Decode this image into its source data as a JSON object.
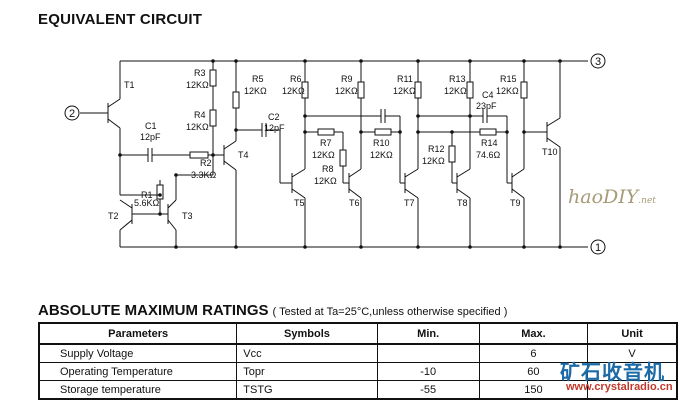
{
  "equivalent_circuit": {
    "title": "EQUIVALENT CIRCUIT",
    "terminals": [
      "1",
      "2",
      "3"
    ],
    "transistors": [
      "T1",
      "T2",
      "T3",
      "T4",
      "T5",
      "T6",
      "T7",
      "T8",
      "T9",
      "T10"
    ],
    "components": {
      "R1": {
        "name": "R1",
        "value": "5.6KΩ"
      },
      "R2": {
        "name": "R2",
        "value": "3.3KΩ"
      },
      "R3": {
        "name": "R3",
        "value": "12KΩ"
      },
      "R4": {
        "name": "R4",
        "value": "12KΩ"
      },
      "R5": {
        "name": "R5",
        "value": "12KΩ"
      },
      "R6": {
        "name": "R6",
        "value": "12KΩ"
      },
      "R7": {
        "name": "R7",
        "value": "12KΩ"
      },
      "R8": {
        "name": "R8",
        "value": "12KΩ"
      },
      "R9": {
        "name": "R9",
        "value": "12KΩ"
      },
      "R10": {
        "name": "R10",
        "value": "12KΩ"
      },
      "R11": {
        "name": "R11",
        "value": "12KΩ"
      },
      "R12": {
        "name": "R12",
        "value": "12KΩ"
      },
      "R13": {
        "name": "R13",
        "value": "12KΩ"
      },
      "R14": {
        "name": "R14",
        "value": "74.6Ω"
      },
      "R15": {
        "name": "R15",
        "value": "12KΩ"
      },
      "C1": {
        "name": "C1",
        "value": "12pF"
      },
      "C2": {
        "name": "C2",
        "value": "12pF"
      },
      "C4": {
        "name": "C4",
        "value": "23pF"
      }
    }
  },
  "ratings": {
    "title": "ABSOLUTE MAXIMUM RATINGS",
    "note": "( Tested at Ta=25°C,unless otherwise specified )",
    "headers": [
      "Parameters",
      "Symbols",
      "Min.",
      "Max.",
      "Unit"
    ],
    "rows": [
      [
        "Supply Voltage",
        "Vcc",
        "",
        "6",
        "V"
      ],
      [
        "Operating Temperature",
        "Topr",
        "-10",
        "60",
        ""
      ],
      [
        "Storage temperature",
        "TSTG",
        "-55",
        "150",
        ""
      ]
    ]
  },
  "watermarks": {
    "logo": "haoDIY",
    "logo_suffix": ".net",
    "cn_text": "矿石收音机",
    "url": "www.crystalradio.cn"
  }
}
